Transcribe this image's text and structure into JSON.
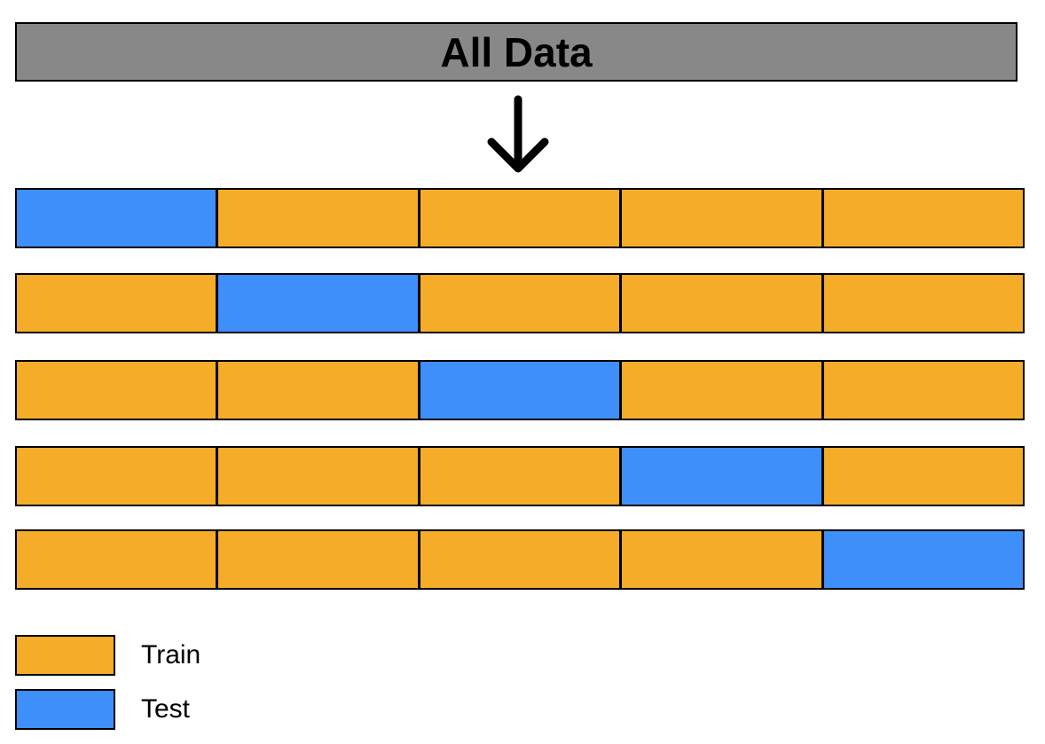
{
  "header": {
    "label": "All Data",
    "color": "#888888"
  },
  "arrow": {
    "icon": "arrow-down-icon",
    "color": "#000000"
  },
  "colors": {
    "train": "#F4AC29",
    "test": "#3F8FFB"
  },
  "folds": {
    "segments_per_row": 5,
    "rows": [
      [
        "test",
        "train",
        "train",
        "train",
        "train"
      ],
      [
        "train",
        "test",
        "train",
        "train",
        "train"
      ],
      [
        "train",
        "train",
        "test",
        "train",
        "train"
      ],
      [
        "train",
        "train",
        "train",
        "test",
        "train"
      ],
      [
        "train",
        "train",
        "train",
        "train",
        "test"
      ]
    ]
  },
  "legend": {
    "items": [
      {
        "key": "train",
        "label": "Train"
      },
      {
        "key": "test",
        "label": "Test"
      }
    ]
  }
}
